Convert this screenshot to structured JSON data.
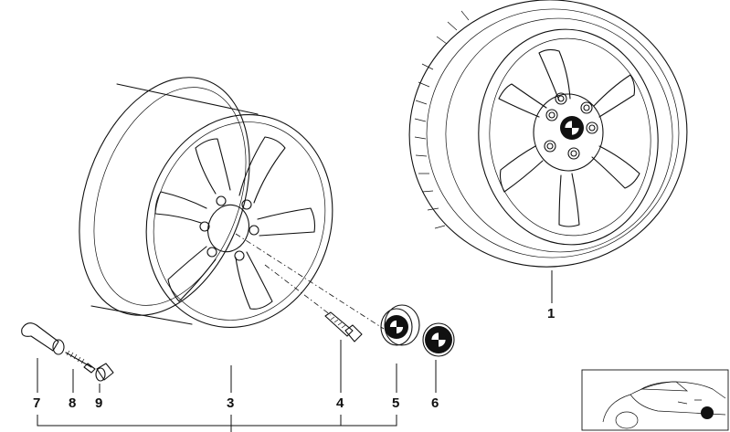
{
  "callouts": [
    {
      "id": "1",
      "label": "1",
      "part": "complete-wheel"
    },
    {
      "id": "3",
      "label": "3",
      "part": "light-alloy-rim"
    },
    {
      "id": "4",
      "label": "4",
      "part": "wheel-bolt"
    },
    {
      "id": "5",
      "label": "5",
      "part": "hub-cap"
    },
    {
      "id": "6",
      "label": "6",
      "part": "emblem"
    },
    {
      "id": "7",
      "label": "7",
      "part": "valve"
    },
    {
      "id": "8",
      "label": "8",
      "part": "valve-insert"
    },
    {
      "id": "9",
      "label": "9",
      "part": "valve-cap"
    }
  ],
  "icons": [
    "bmw-roundel-icon",
    "car-thumbnail-icon"
  ],
  "colors": {
    "ink": "#111111",
    "background": "#ffffff"
  }
}
